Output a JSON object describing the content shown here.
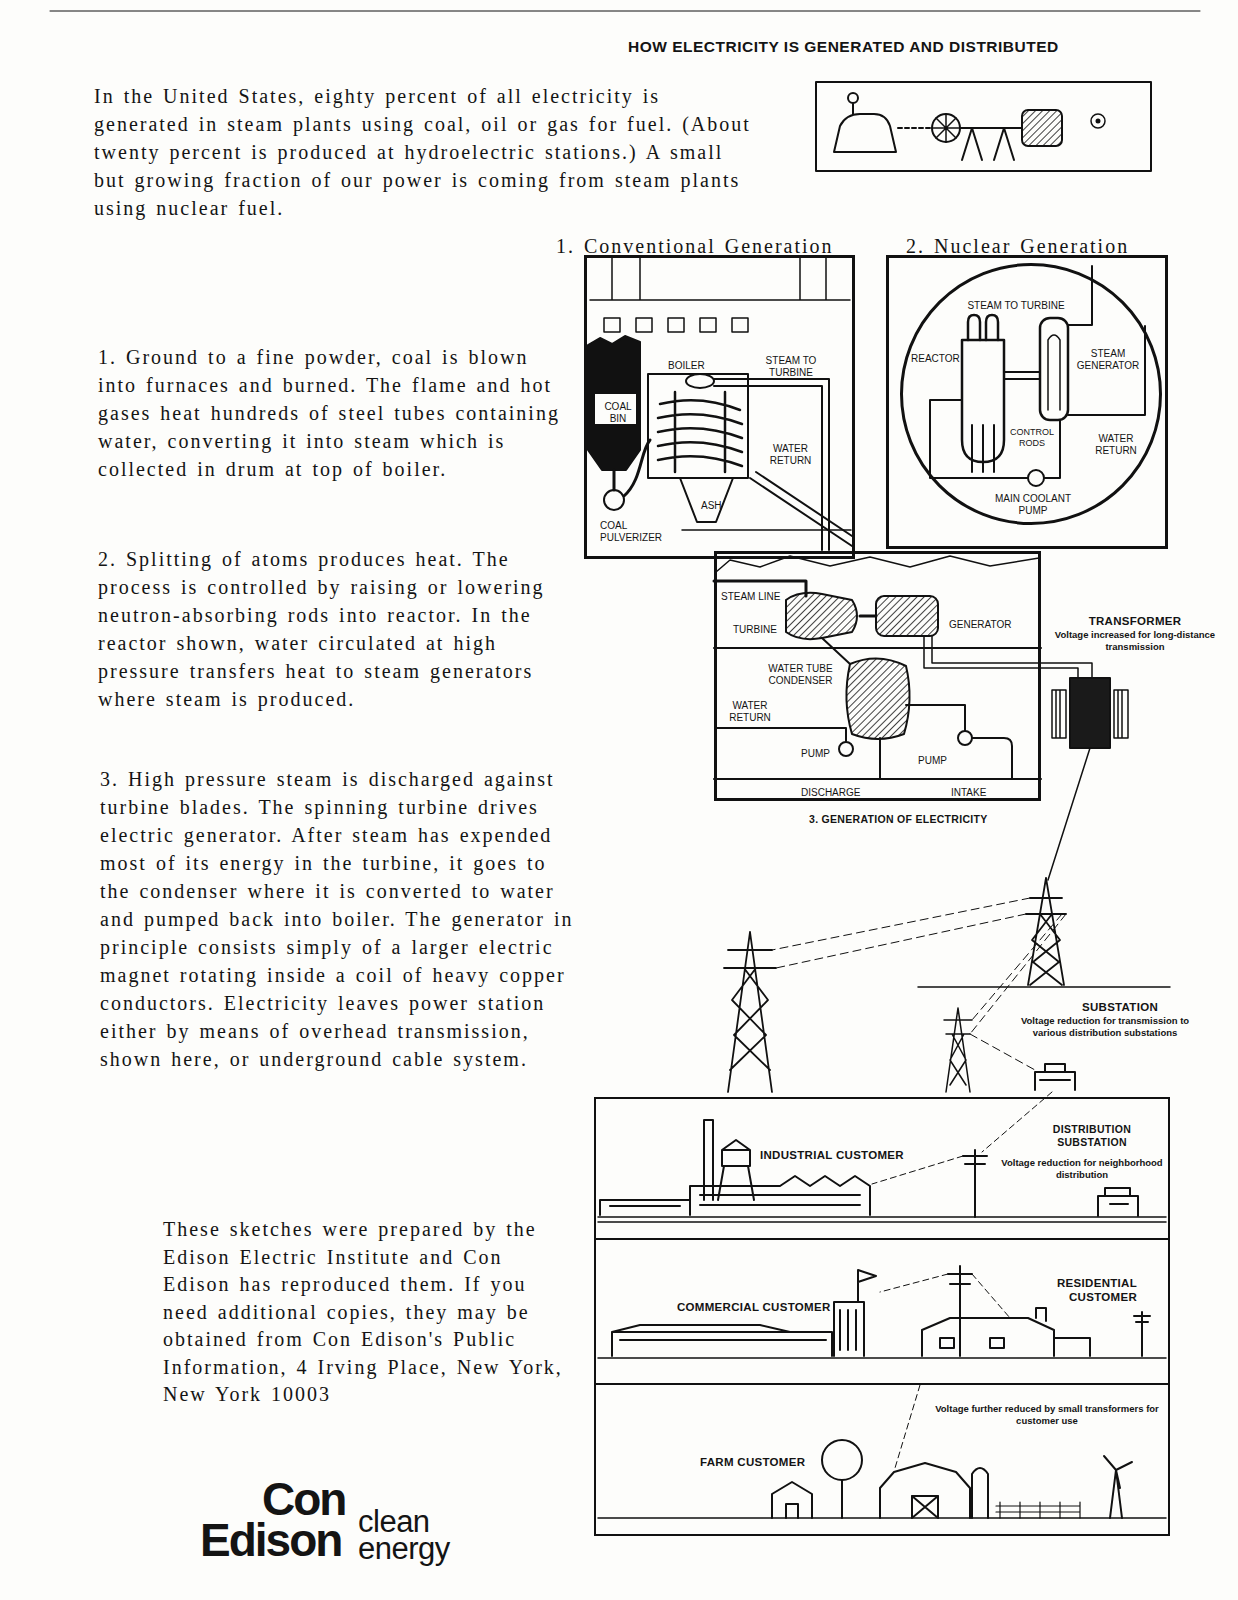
{
  "diagram": {
    "title": "HOW ELECTRICITY IS GENERATED AND DISTRIBUTED",
    "nodes": [
      {
        "text": [
          "1. Conventional Generation",
          "BOILER",
          "STEAM TO TURBINE",
          "COAL BIN",
          "WATER RETURN",
          "ASH",
          "COAL PULVERIZER"
        ]
      },
      {
        "text": [
          "2. Nuclear Generation"
        ]
      },
      {
        "text": [
          "STEAM TO TURBINE",
          "REACTOR",
          "STEAM GENERATOR",
          "CONTROL RODS",
          "WATER RETURN",
          "MAIN COOLANT PUMP"
        ],
        "in": 1
      },
      {
        "text": [
          "STEAM LINE",
          "TURBINE",
          "GENERATOR",
          "WATER TUBE CONDENSER",
          "WATER RETURN",
          "PUMP",
          "PUMP",
          "DISCHARGE",
          "INTAKE",
          "3. GENERATION OF ELECTRICITY"
        ]
      },
      {
        "text": [
          "INDUSTRIAL CUSTOMER",
          "DISTRIBUTION SUBSTATION",
          "Voltage reduction for neighborhood distribution"
        ]
      },
      {
        "text": [
          "COMMERCIAL CUSTOMER",
          "RESIDENTIAL CUSTOMER"
        ]
      },
      {
        "text": [
          "Voltage further reduced by small transformers for customer use",
          "FARM CUSTOMER"
        ]
      }
    ],
    "labels": [
      "In the United States, eighty percent of all electricity is generated in steam plants using coal, oil or gas for fuel. (About twenty percent is produced at hydroelectric stations.) A small but growing fraction of our power is coming from steam plants using nuclear fuel.",
      "1. Ground to a fine powder, coal is blown into furnaces and burned. The flame and hot gases heat hundreds of steel tubes containing water, converting it into steam which is collected in drum at top of boiler.",
      "2. Splitting of atoms produces heat. The process is controlled by raising or lowering neutron-absorbing rods into reactor. In the reactor shown, water circulated at high pressure transfers heat to steam generators where steam is produced.",
      "3. High pressure steam is discharged against turbine blades. The spinning turbine drives electric generator. After steam has expended most of its energy in the turbine, it goes to the condenser where it is converted to water and pumped back into boiler. The generator in principle consists simply of a larger electric magnet rotating inside a coil of heavy copper conductors. Electricity leaves power station either by means of overhead transmission, shown here, or underground cable system.",
      "TRANSFORMER",
      "Voltage increased for long-distance transmission",
      "SUBSTATION",
      "Voltage reduction for transmission to various distribution substations",
      "These sketches were prepared by the Edison Electric Institute and Con Edison has reproduced them. If you need additional copies, they may be obtained from Con Edison's Public Information, 4 Irving Place, New York, New York 10003",
      "Con",
      "Edison",
      "clean",
      "energy"
    ]
  }
}
